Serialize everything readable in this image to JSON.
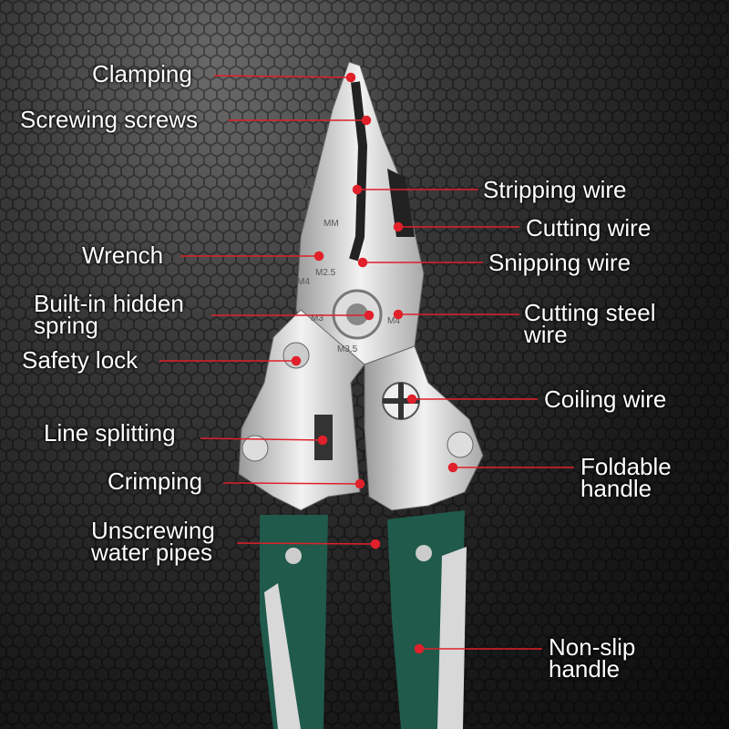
{
  "colors": {
    "annotation_line": "#e0202a",
    "handle_green": "#1f5a4a",
    "handle_grey": "#d8d8d8",
    "steel": "#c8c8c8"
  },
  "labels": {
    "clamping": "Clamping",
    "screwing_screws": "Screwing screws",
    "wrench": "Wrench",
    "hidden_spring": [
      "Built-in hidden",
      "spring"
    ],
    "safety_lock": "Safety lock",
    "line_splitting": "Line splitting",
    "crimping": "Crimping",
    "unscrewing": [
      "Unscrewing",
      "water pipes"
    ],
    "stripping_wire": "Stripping wire",
    "cutting_wire": "Cutting wire",
    "snipping_wire": "Snipping wire",
    "cutting_steel_wire": [
      "Cutting steel",
      "wire"
    ],
    "coiling_wire": "Coiling wire",
    "foldable_handle": [
      "Foldable",
      "handle"
    ],
    "non_slip_handle": [
      "Non-slip",
      "handle"
    ]
  },
  "tool_markings": {
    "m3_left": "M3",
    "m2_5": "M2.5",
    "m4_left": "M4",
    "m3_center": "M3",
    "m4_right": "M4",
    "m3_5": "M3.5",
    "mm": "MM"
  }
}
